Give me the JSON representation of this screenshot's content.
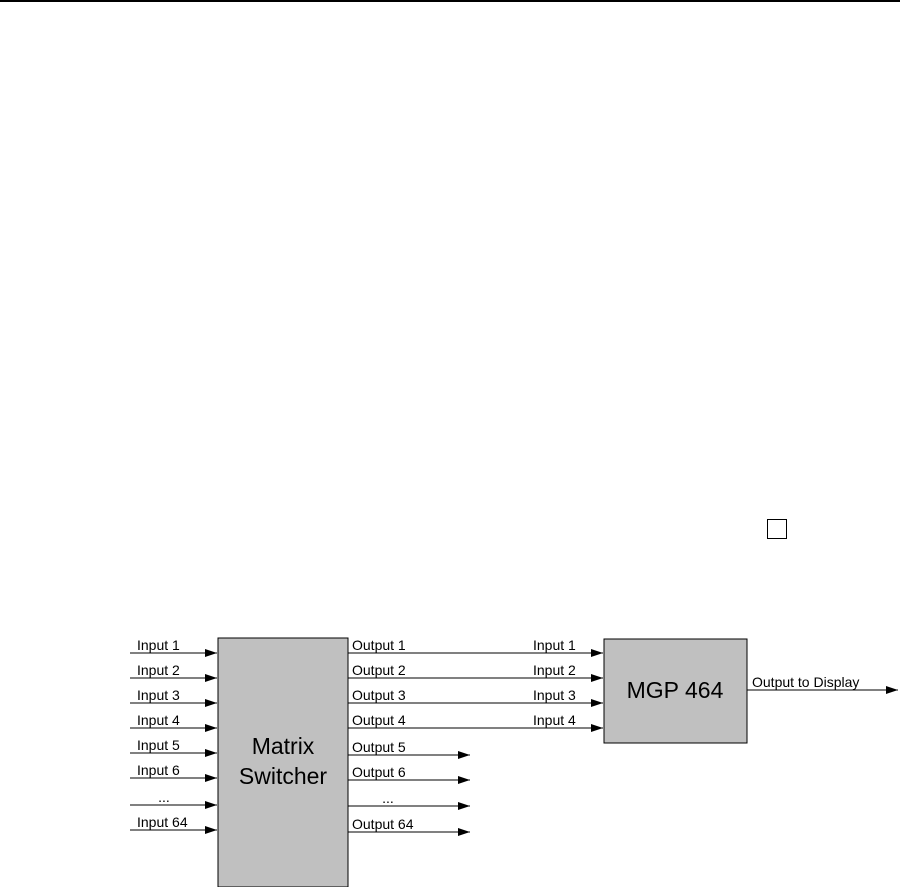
{
  "colors": {
    "block_fill": "#c0c0c0",
    "line": "#000000",
    "background": "#ffffff"
  },
  "matrix_switcher": {
    "label_line1": "Matrix",
    "label_line2": "Switcher",
    "inputs": [
      "Input 1",
      "Input 2",
      "Input 3",
      "Input 4",
      "Input 5",
      "Input 6",
      "...",
      "Input 64"
    ],
    "outputs": [
      "Output 1",
      "Output 2",
      "Output 3",
      "Output 4",
      "Output 5",
      "Output 6",
      "...",
      "Output 64"
    ]
  },
  "mgp": {
    "label": "MGP 464",
    "inputs": [
      "Input 1",
      "Input 2",
      "Input 3",
      "Input 4"
    ],
    "output": "Output to Display"
  }
}
